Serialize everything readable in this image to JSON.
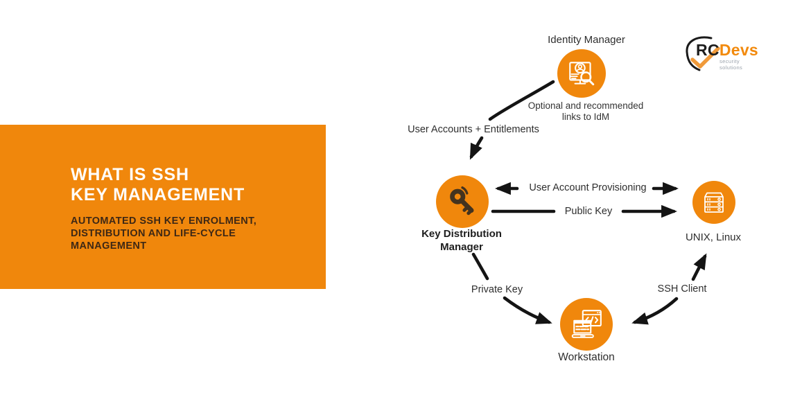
{
  "colors": {
    "accent_orange": "#F0870C",
    "arrow_black": "#141414",
    "panel_title_white": "#FFFDFA",
    "panel_subtitle_brown": "#3E2815",
    "key_icon_brown": "#43331F",
    "logo_orange": "#F28A0D",
    "logo_check_orange": "#F09A3A"
  },
  "left_panel": {
    "title_line1": "WHAT IS SSH",
    "title_line2": "KEY MANAGEMENT",
    "subtitle_line1": "AUTOMATED SSH KEY ENROLMENT,",
    "subtitle_line2": "DISTRIBUTION AND LIFE-CYCLE",
    "subtitle_line3": "MANAGEMENT"
  },
  "logo": {
    "brand_prefix": "RC",
    "brand_suffix": "Devs",
    "tagline": "security solutions"
  },
  "diagram": {
    "nodes": {
      "identity_manager": {
        "label": "Identity Manager",
        "note_line1": "Optional and recommended",
        "note_line2": "links to IdM",
        "icon": "identity-monitor-search-icon"
      },
      "key_distribution_manager": {
        "label_line1": "Key Distribution",
        "label_line2": "Manager",
        "icon": "key-icon"
      },
      "unix_linux": {
        "label": "UNIX, Linux",
        "icon": "server-rack-icon"
      },
      "workstation": {
        "label": "Workstation",
        "icon": "laptop-code-icon"
      }
    },
    "edges": {
      "idm_to_kdm": {
        "label": "User Accounts + Entitlements",
        "direction": "identity_manager -> key_distribution_manager"
      },
      "user_account_provisioning": {
        "label": "User Account Provisioning",
        "direction": "key_distribution_manager <-> unix_linux"
      },
      "public_key": {
        "label": "Public Key",
        "direction": "key_distribution_manager -> unix_linux"
      },
      "private_key": {
        "label": "Private Key",
        "direction": "key_distribution_manager -> workstation"
      },
      "ssh_client": {
        "label": "SSH Client",
        "direction": "workstation <-> unix_linux"
      }
    }
  }
}
